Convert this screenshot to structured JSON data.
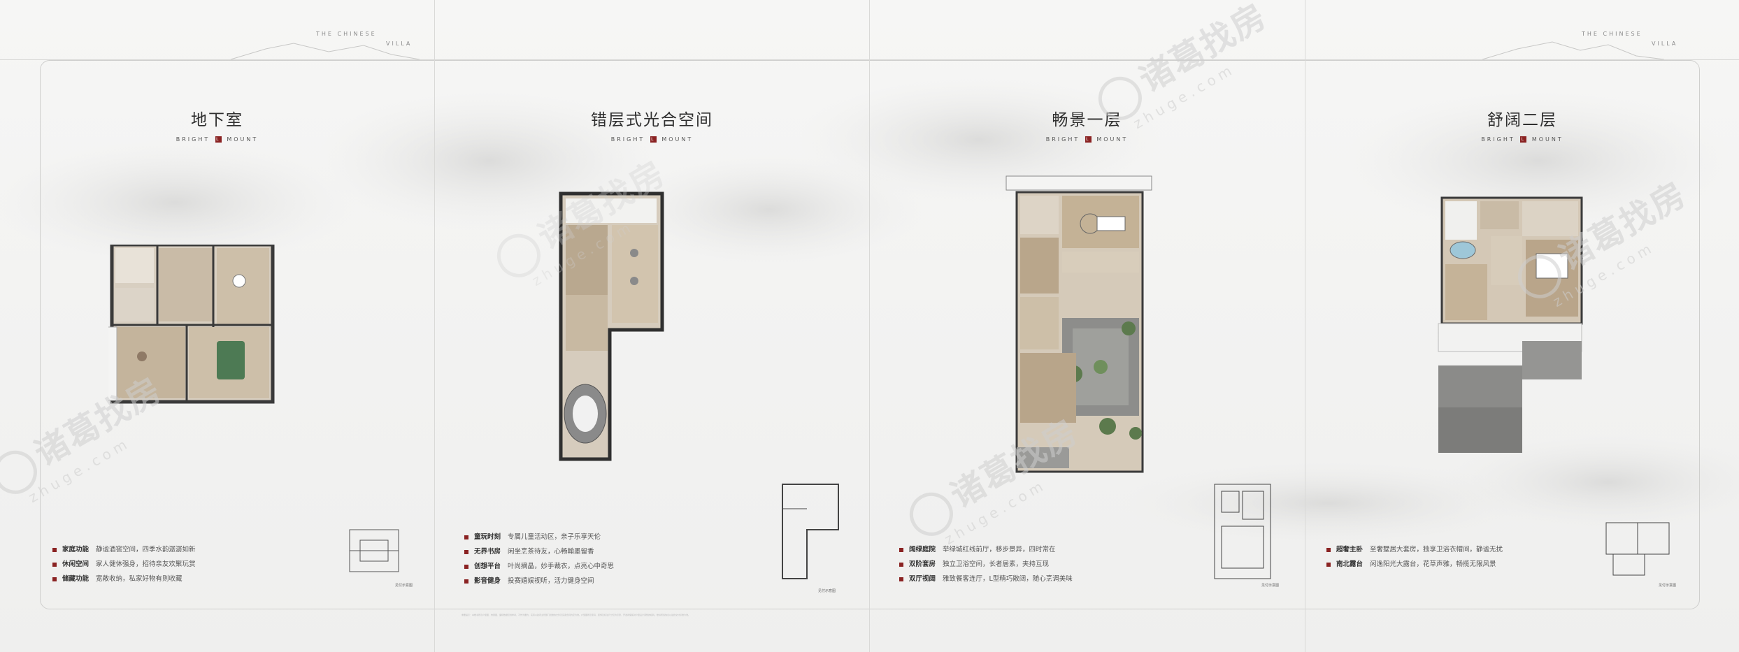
{
  "brand": {
    "tag_line1": "THE CHINESE",
    "tag_line2": "VILLA",
    "subtitle_left": "BRIGHT",
    "subtitle_mark": "L",
    "subtitle_right": "MOUNT"
  },
  "watermark": {
    "cn": "诸葛找房",
    "en": "zhuge.com"
  },
  "panels": [
    {
      "title": "地下室",
      "key_label": "见付示意图",
      "features": [
        {
          "key": "家庭功能",
          "value": "静谧酒窖空间，四季水韵潺潺如新"
        },
        {
          "key": "休闲空间",
          "value": "家人健体强身，招待亲友欢聚玩赏"
        },
        {
          "key": "储藏功能",
          "value": "宽敞收纳，私家好物有则收藏"
        }
      ]
    },
    {
      "title": "错层式光合空间",
      "key_label": "见付示意图",
      "features": [
        {
          "key": "童玩时刻",
          "value": "专属儿童活动区，亲子乐享天伦"
        },
        {
          "key": "无界书房",
          "value": "闲坐烹茶待友，心畅翰墨留香"
        },
        {
          "key": "创想平台",
          "value": "叶尚摘晶，妙手裁衣，点亮心中奇思"
        },
        {
          "key": "影音健身",
          "value": "投赛嬉娱视听，活力健身空间"
        }
      ]
    },
    {
      "title": "畅景一层",
      "key_label": "见付示意图",
      "features": [
        {
          "key": "阔绿庭院",
          "value": "举绿城红线前厅，移步景异，四时常在"
        },
        {
          "key": "双阶套房",
          "value": "独立卫浴空间，长者居素，夹持互现"
        },
        {
          "key": "双厅视阔",
          "value": "雅致餐客连厅，L型精巧敞阔，随心烹调美味"
        }
      ]
    },
    {
      "title": "舒阔二层",
      "key_label": "见付示意图",
      "features": [
        {
          "key": "超奢主卧",
          "value": "至奢墅居大套房，独享卫浴衣帽间，静谧无扰"
        },
        {
          "key": "南北露台",
          "value": "闲逸阳光大露台，花草声雅，畅揽无限风景"
        }
      ]
    }
  ],
  "footer_note": "重要提示：本楼书所示户型图、效果图、面积数据仅供参考，不作为要约，实际以政府主管部门批准的文件及买卖合同约定为准。户型图所示家具、装饰及标注尺寸仅为示意，开发商保留对户型设计调整的权利。楼书所载信息以最终交付标准为准。",
  "colors": {
    "accent": "#8a2222",
    "background": "#f3f3f2",
    "frame": "#cfcfcd"
  }
}
